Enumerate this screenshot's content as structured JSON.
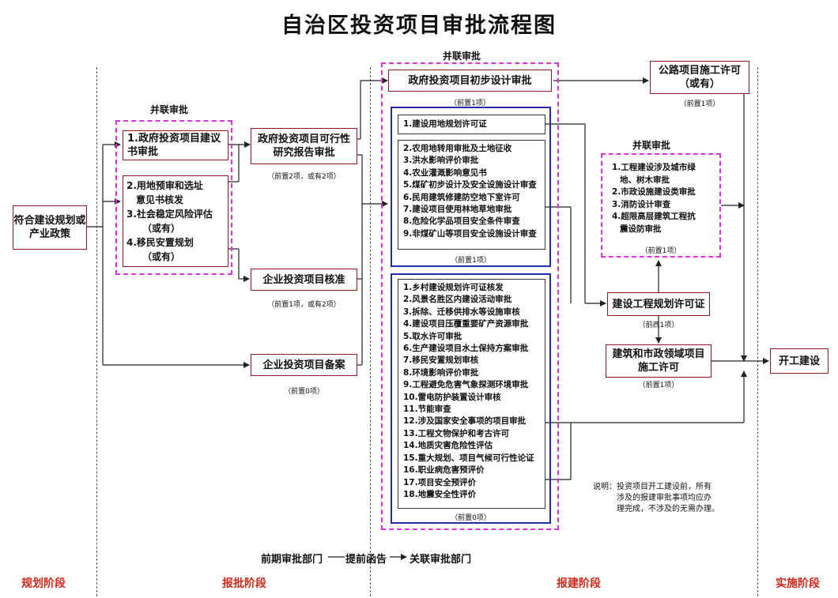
{
  "title": "自治区投资项目审批流程图",
  "stages": {
    "planning": "规划阶段",
    "approval": "报批阶段",
    "construction": "报建阶段",
    "implementation": "实施阶段"
  },
  "parallel_label": "并联审批",
  "start_box": "符合建设规划或产业政策",
  "left_parallel": {
    "item1": "1.政府投资项目建议书审批",
    "item2_lines": [
      "2.用地预审和选址",
      "意见书核发",
      "3.社会稳定风险评估",
      "（或有）",
      "4.移民安置规划",
      "（或有）"
    ]
  },
  "feasibility": {
    "label": "政府投资项目可行性研究报告审批",
    "note": "（前置2项，或有2项）"
  },
  "enterprise_approve": {
    "label": "企业投资项目核准",
    "note": "（前置1项，或有2项）"
  },
  "enterprise_record": {
    "label": "企业投资项目备案",
    "note": "（前置0项）"
  },
  "preliminary_design": {
    "label": "政府投资项目初步设计审批",
    "note": "（前置1项）"
  },
  "land_permit": "1.建设用地规划许可证",
  "group2": {
    "items": [
      "2.农用地转用审批及土地征收",
      "3.洪水影响评价审批",
      "4.农业灌溉影响意见书",
      "5.煤矿初步设计及安全设施设计审查",
      "6.民用建筑修建防空地下室许可",
      "7.建设项目使用林地草地审批",
      "8.危险化学品项目安全条件审查",
      "9.非煤矿山等项目安全设施设计审查"
    ],
    "note": "（前置1项）"
  },
  "group3": {
    "items": [
      "1.乡村建设规划许可证核发",
      "2.风景名胜区内建设活动审批",
      "3.拆除、迁移供排水等设施审核",
      "4.建设项目压覆重要矿产资源审批",
      "5.取水许可审批",
      "6.生产建设项目水土保持方案审批",
      "7.移民安置规划审核",
      "8.环境影响评价审批",
      "9.工程避免危害气象探测环境审批",
      "10.雷电防护装置设计审核",
      "11.节能审查",
      "12.涉及国家安全事项的项目审批",
      "13.工程文物保护和考古许可",
      "14.地质灾害危险性评估",
      "15.重大规划、项目气候可行性论证",
      "16.职业病危害预评价",
      "17.项目安全预评价",
      "18.地震安全性评价"
    ],
    "note": "（前置0项）"
  },
  "highway": {
    "label_lines": [
      "公路项目施工许可",
      "（或有）"
    ],
    "note": "（前置1项）"
  },
  "right_parallel": {
    "items": [
      "1.工程建设涉及城市绿",
      "地、树木审批",
      "2.市政设施建设类审批",
      "3.消防设计审查",
      "4.超限高层建筑工程抗",
      "震设防审批"
    ],
    "note": "（前置1项）"
  },
  "planning_permit": {
    "label": "建设工程规划许可证",
    "note": "（前西1项）"
  },
  "construction_permit": {
    "label_lines": [
      "建筑和市政领域项目",
      "施工许可"
    ],
    "note": "（前置1项）"
  },
  "start_work": "开工建设",
  "explanation": [
    "说明：投资项目开工建设前，所有",
    "涉及的报建审批事项均应办",
    "理完成，不涉及的无需办理。"
  ],
  "legend": {
    "left": "前期审批部门",
    "middle": "提前函告",
    "right": "关联审批部门"
  },
  "colors": {
    "box_border": "#8b1a1a",
    "dashed": "#e030e0",
    "blue": "#1f2fa8",
    "stage": "#d12a1a"
  }
}
